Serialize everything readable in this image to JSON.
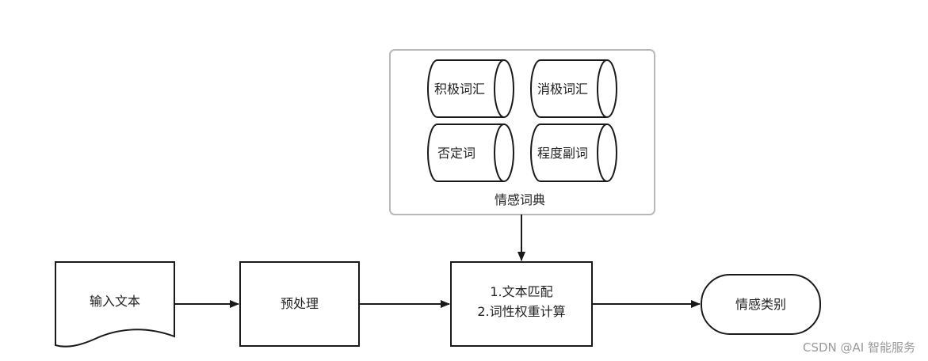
{
  "lexicon": {
    "title": "情感词典",
    "items": [
      "积极词汇",
      "消极词汇",
      "否定词",
      "程度副词"
    ]
  },
  "flow": {
    "input": "输入文本",
    "preprocess": "预处理",
    "match_line1": "1.文本匹配",
    "match_line2": "2.词性权重计算",
    "output": "情感类别"
  },
  "watermark": "CSDN @AI 智能服务",
  "colors": {
    "stroke": "#1a1a1a",
    "group_border": "#b8b8b8",
    "text": "#222222",
    "watermark": "#9a9a9a"
  }
}
